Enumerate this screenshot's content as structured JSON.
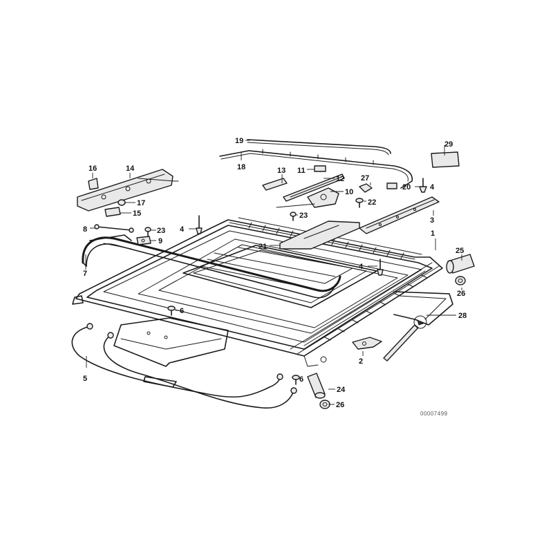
{
  "diagram": {
    "catalog_number": "00007499",
    "callouts": [
      "1",
      "2",
      "3",
      "4",
      "4",
      "4",
      "5",
      "6",
      "6",
      "7",
      "8",
      "9",
      "10",
      "11",
      "12",
      "13",
      "14",
      "15",
      "16",
      "17",
      "18",
      "19",
      "20",
      "21",
      "22",
      "23",
      "23",
      "24",
      "25",
      "26",
      "26",
      "27",
      "28",
      "29"
    ]
  }
}
